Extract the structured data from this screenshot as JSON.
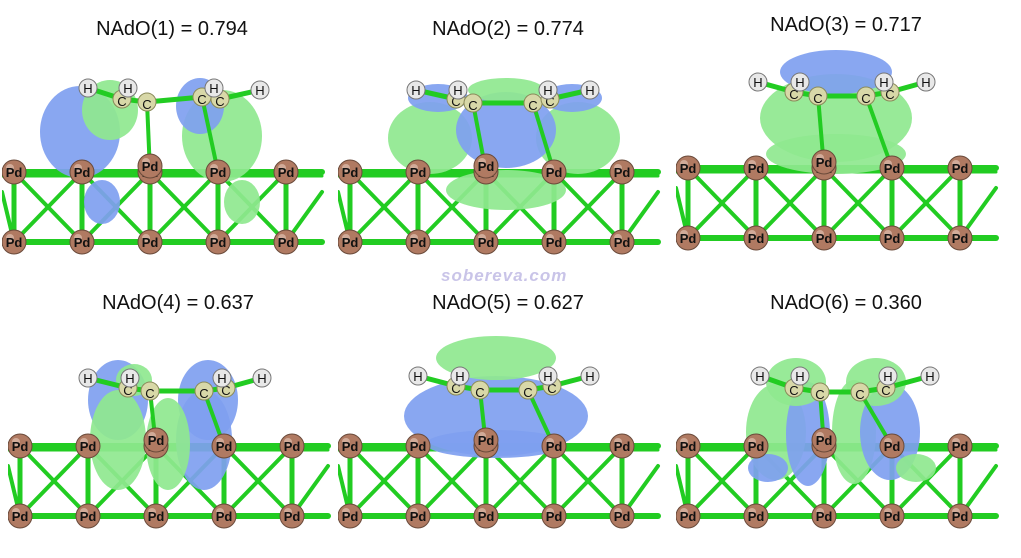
{
  "panels": [
    {
      "title": "NAdO(1) = 0.794",
      "occupation": 0.794
    },
    {
      "title": "NAdO(2) = 0.774",
      "occupation": 0.774
    },
    {
      "title": "NAdO(3) = 0.717",
      "occupation": 0.717
    },
    {
      "title": "NAdO(4) = 0.637",
      "occupation": 0.637
    },
    {
      "title": "NAdO(5) = 0.627",
      "occupation": 0.627
    },
    {
      "title": "NAdO(6) = 0.360",
      "occupation": 0.36
    }
  ],
  "atom_labels": {
    "pd": "Pd",
    "c": "C",
    "h": "H"
  },
  "watermark": "sobereva.com",
  "colors": {
    "positive_lobe": "#8fe88f",
    "negative_lobe": "#7f9ff0",
    "bond": "#22cc22",
    "pd_atom": "#b07a62",
    "c_atom": "#d8d8a8",
    "h_atom": "#e8e8e8"
  }
}
